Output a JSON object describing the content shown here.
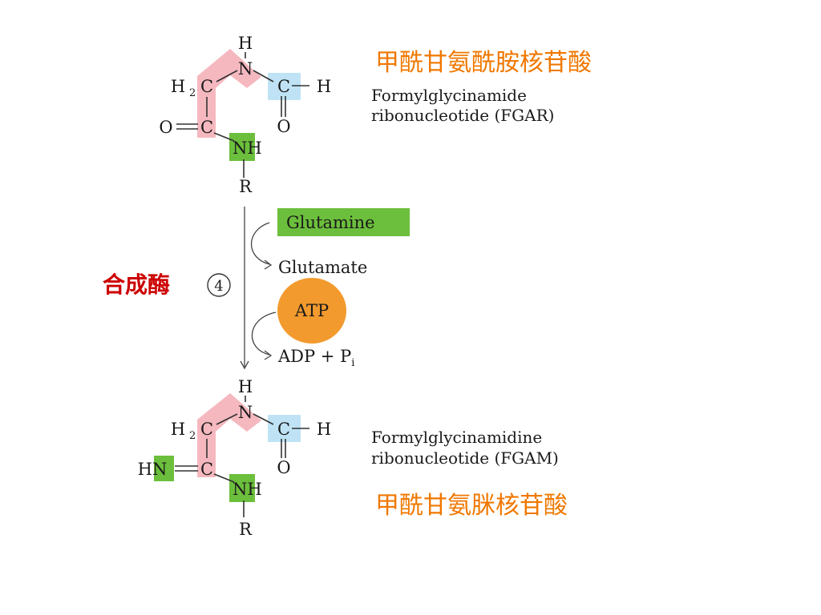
{
  "fgar": {
    "name_cn": "甲酰甘氨酰胺核苷酸",
    "name_en_line1": "Formylglycinamide",
    "name_en_line2": "ribonucleotide (FGAR)"
  },
  "fgam": {
    "name_cn": "甲酰甘氨脒核苷酸",
    "name_en_line1": "Formylglycinamidine",
    "name_en_line2": "ribonucleotide (FGAM)"
  },
  "reaction": {
    "enzyme_cn": "合成酶",
    "step_number": "4",
    "glutamine": "Glutamine",
    "glutamate": "Glutamate",
    "atp": "ATP",
    "adp_pi": "ADP + P",
    "pi_subscript": "i"
  },
  "atoms": {
    "H": "H",
    "N": "N",
    "C": "C",
    "O": "O",
    "R": "R",
    "H2": "H",
    "sub2": "2",
    "NH": "NH",
    "HN": "HN"
  },
  "colors": {
    "pink": "#f5b8bf",
    "blue": "#bfe3f5",
    "green": "#6cbf3c",
    "orange": "#f29a2e",
    "label_orange": "#f07800",
    "label_red": "#cc0000"
  }
}
